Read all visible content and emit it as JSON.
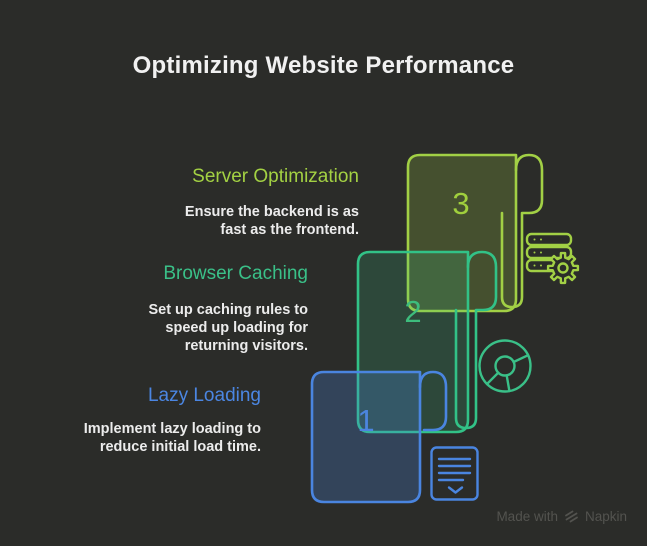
{
  "title": "Optimizing Website Performance",
  "steps": [
    {
      "number": "1",
      "label": "Lazy Loading",
      "description": "Implement lazy loading to reduce initial load time.",
      "color": "#4a85e0"
    },
    {
      "number": "2",
      "label": "Browser Caching",
      "description": "Set up caching rules to speed up loading for returning visitors.",
      "color": "#35c58b"
    },
    {
      "number": "3",
      "label": "Server Optimization",
      "description": "Ensure the backend is as fast as the frontend.",
      "color": "#a3d143"
    }
  ],
  "icons": [
    {
      "name": "server-database-gear-icon",
      "step": "Server Optimization"
    },
    {
      "name": "chrome-browser-icon",
      "step": "Browser Caching"
    },
    {
      "name": "document-lines-icon",
      "step": "Lazy Loading"
    },
    {
      "name": "napkin-logo-icon",
      "location": "footer"
    }
  ],
  "colors": {
    "background": "#2b2c29",
    "title_text": "#f1f1f1",
    "body_text": "#ececec",
    "green": "#a3d143",
    "teal": "#35c58b",
    "blue": "#4a85e0",
    "footer_text": "#53534f"
  },
  "footer": {
    "made_with": "Made with",
    "brand": "Napkin"
  }
}
